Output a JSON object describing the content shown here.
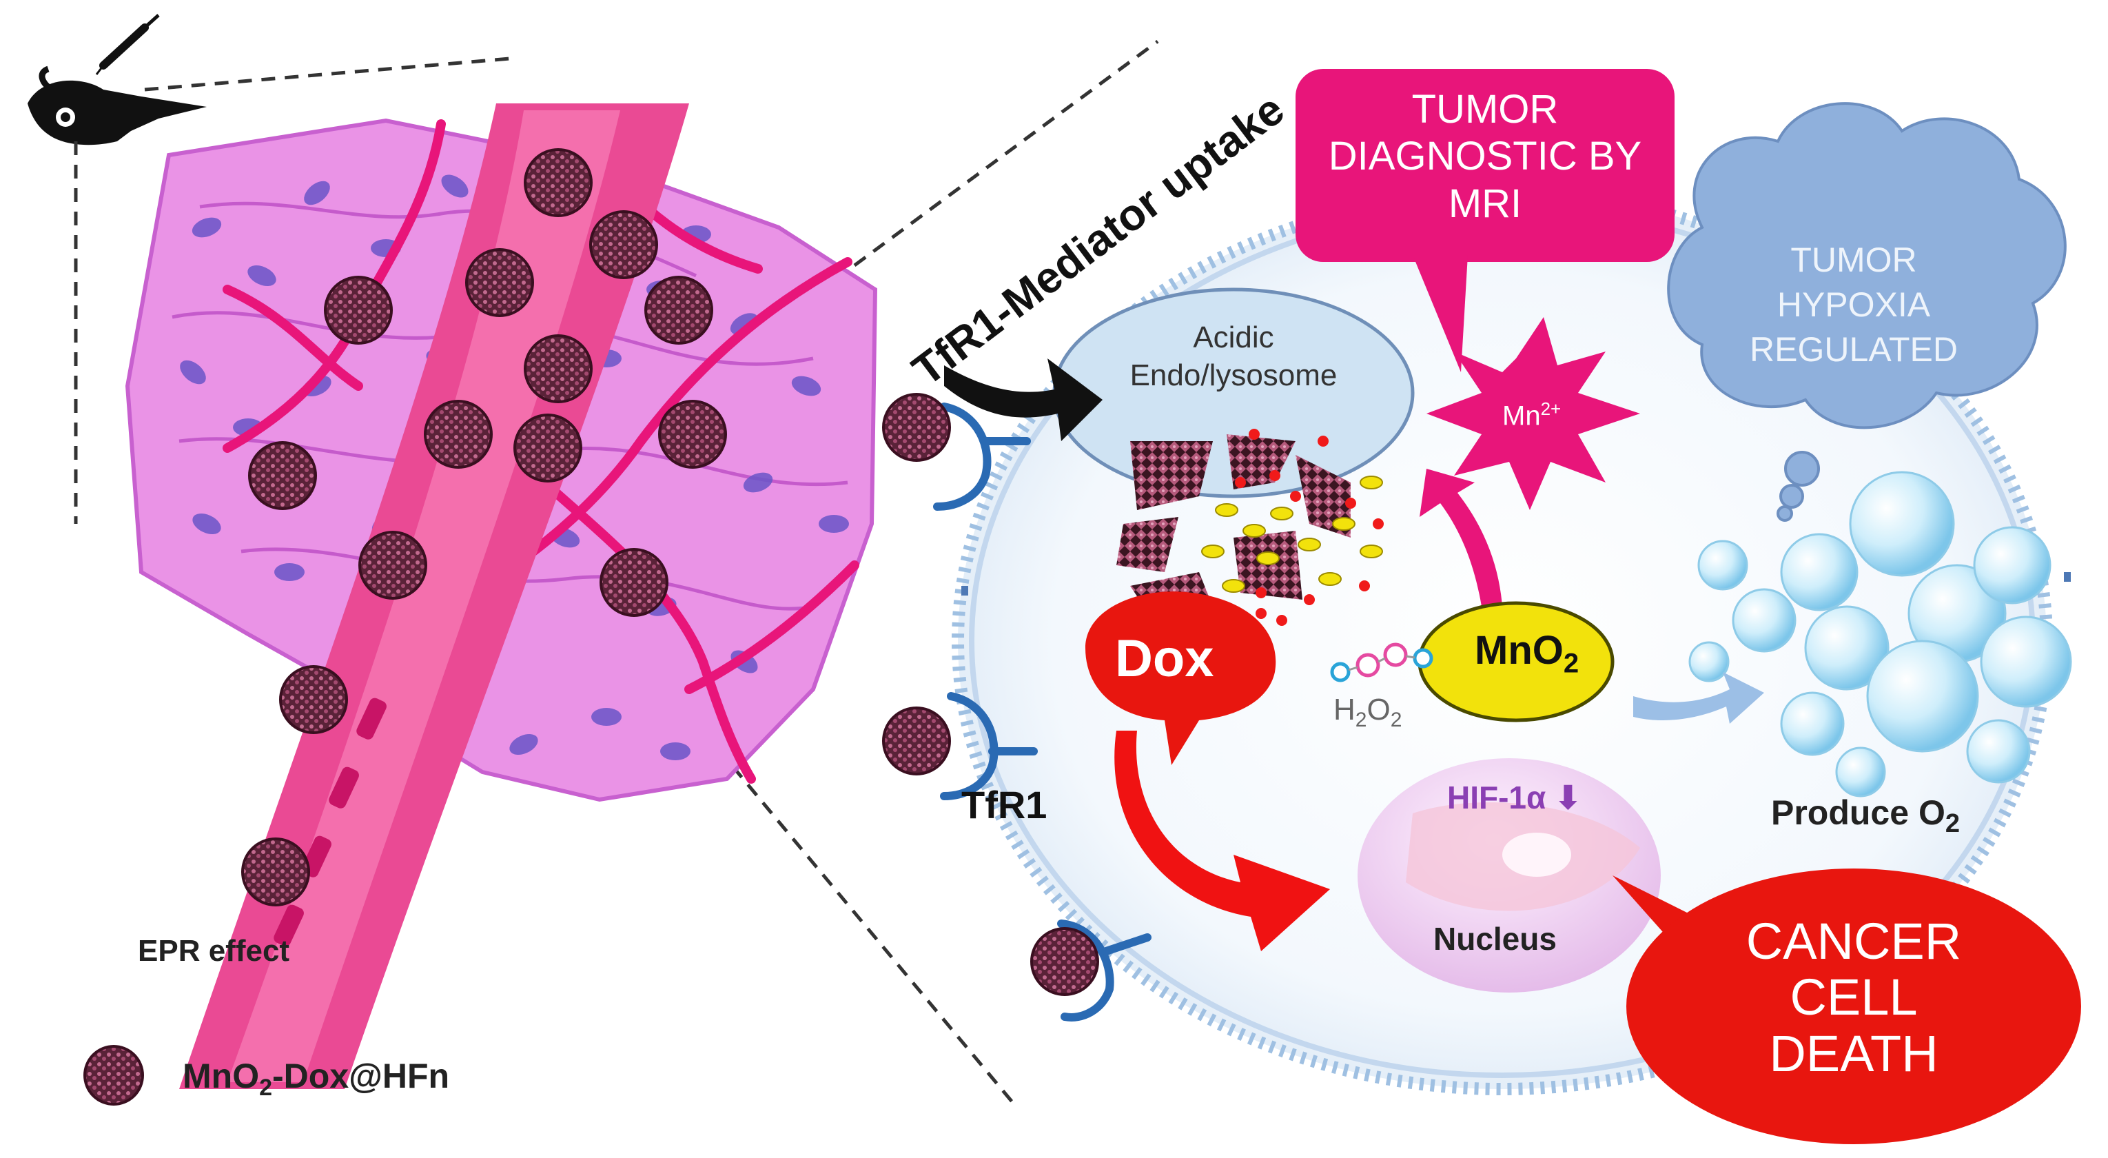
{
  "labels": {
    "uptake": "TfR1-Mediator uptake",
    "endo_line1": "Acidic",
    "endo_line2": "Endo/lysosome",
    "mri_line1": "TUMOR",
    "mri_line2": "DIAGNOSTIC  BY",
    "mri_line3": "MRI",
    "hypoxia_line1": "TUMOR",
    "hypoxia_line2": "HYPOXIA",
    "hypoxia_line3": "REGULATED",
    "mn_ion": "Mn",
    "mn_ion_charge": "2+",
    "mno2": "MnO",
    "mno2_sub": "2",
    "h2o2_a": "H",
    "h2o2_sub1": "2",
    "h2o2_b": "O",
    "h2o2_sub2": "2",
    "dox": "Dox",
    "tfr1": "TfR1",
    "hif": "HIF-1α",
    "hif_arrow": "⬇",
    "nucleus": "Nucleus",
    "produce": "Produce O",
    "produce_sub": "2",
    "death_line1": "CANCER",
    "death_line2": "CELL",
    "death_line3": "DEATH",
    "epr": "EPR effect",
    "legend_a": "MnO",
    "legend_sub": "2",
    "legend_b": "-Dox@HFn"
  },
  "colors": {
    "tumor_pink": "#e98be6",
    "vessel_magenta": "#e8157a",
    "nanoparticle": "#6b2a45",
    "mri_box": "#e8157a",
    "cloud": "#8fb0dc",
    "dox_red": "#e8160f",
    "mno2_yellow": "#f2e20c",
    "receptor_blue": "#2a6ab3"
  },
  "icons": [
    "mouse-syringe-icon",
    "nanoparticle-icon",
    "receptor-icon",
    "arrow-icon",
    "oxygen-bubble-icon"
  ]
}
